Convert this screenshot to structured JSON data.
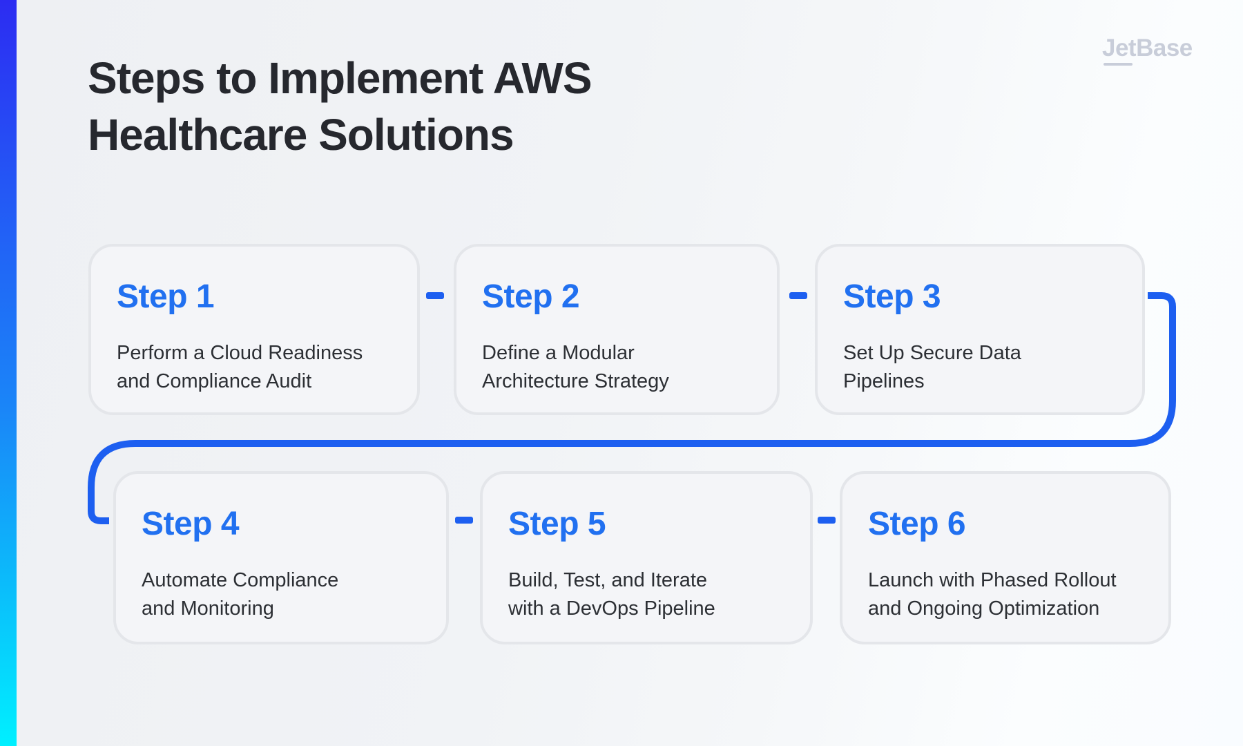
{
  "page": {
    "title_lines": [
      "Steps to Implement AWS",
      "Healthcare Solutions"
    ],
    "brand": "JetBase"
  },
  "colors": {
    "accent_blue": "#2170f0",
    "connector_blue": "#1d5ff0",
    "title_text": "#26282e",
    "body_text": "#2c2f34",
    "card_bg": "#f4f5f8",
    "card_border": "#e4e6ea",
    "logo_gray": "#c8cdd9",
    "sidebar_gradient_top": "#2c2cf2",
    "sidebar_gradient_bottom": "#00f0ff"
  },
  "steps": [
    {
      "label": "Step 1",
      "desc_lines": [
        "Perform a Cloud Readiness",
        "and Compliance Audit"
      ]
    },
    {
      "label": "Step 2",
      "desc_lines": [
        "Define a Modular",
        "Architecture Strategy"
      ]
    },
    {
      "label": "Step 3",
      "desc_lines": [
        "Set Up Secure Data",
        "Pipelines"
      ]
    },
    {
      "label": "Step 4",
      "desc_lines": [
        "Automate Compliance",
        "and Monitoring"
      ]
    },
    {
      "label": "Step 5",
      "desc_lines": [
        "Build, Test, and Iterate",
        "with a DevOps Pipeline"
      ]
    },
    {
      "label": "Step 6",
      "desc_lines": [
        "Launch with Phased Rollout",
        "and Ongoing Optimization"
      ]
    }
  ]
}
